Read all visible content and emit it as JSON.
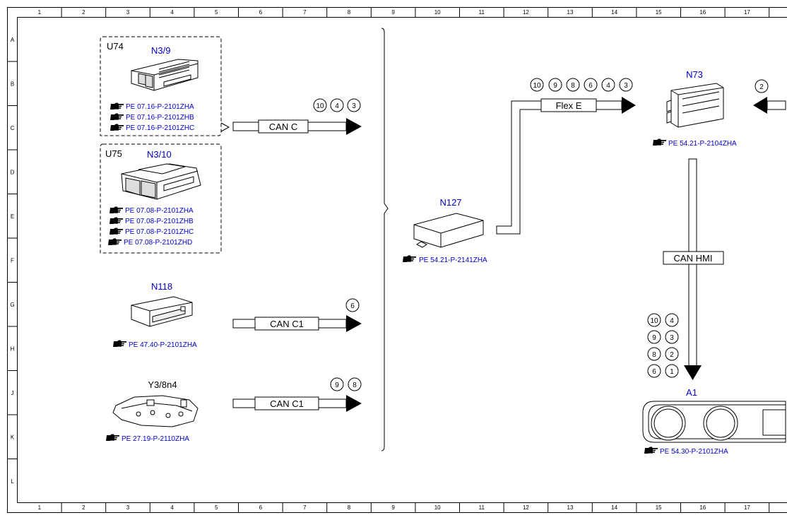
{
  "ruler": {
    "columns": [
      "1",
      "2",
      "3",
      "4",
      "5",
      "6",
      "7",
      "8",
      "9",
      "10",
      "11",
      "12",
      "13",
      "14",
      "15",
      "16",
      "17"
    ],
    "rows": [
      "A",
      "B",
      "C",
      "D",
      "E",
      "F",
      "G",
      "H",
      "J",
      "K",
      "L"
    ]
  },
  "components": {
    "u74": {
      "group_label": "U74",
      "name": "N3/9",
      "refs": [
        "PE 07.16-P-2101ZHA",
        "PE 07.16-P-2101ZHB",
        "PE 07.16-P-2101ZHC"
      ]
    },
    "u75": {
      "group_label": "U75",
      "name": "N3/10",
      "refs": [
        "PE 07.08-P-2101ZHA",
        "PE 07.08-P-2101ZHB",
        "PE 07.08-P-2101ZHC",
        "PE 07.08-P-2101ZHD"
      ]
    },
    "n118": {
      "name": "N118",
      "ref": "PE 47.40-P-2101ZHA"
    },
    "y38n4": {
      "name": "Y3/8n4",
      "ref": "PE 27.19-P-2110ZHA"
    },
    "n127": {
      "name": "N127",
      "ref": "PE 54.21-P-2141ZHA"
    },
    "n73": {
      "name": "N73",
      "ref": "PE 54.21-P-2104ZHA"
    },
    "a1": {
      "name": "A1",
      "ref": "PE 54.30-P-2101ZHA"
    }
  },
  "buses": {
    "can_c": {
      "label": "CAN C",
      "nodes": [
        "10",
        "4",
        "3"
      ]
    },
    "can_c1_n118": {
      "label": "CAN C1",
      "nodes": [
        "6"
      ]
    },
    "can_c1_y38": {
      "label": "CAN C1",
      "nodes": [
        "9",
        "8"
      ]
    },
    "flex_e": {
      "label": "Flex E",
      "nodes": [
        "10",
        "9",
        "8",
        "6",
        "4",
        "3"
      ]
    },
    "can_hmi": {
      "label": "CAN HMI",
      "nodes": [
        "10",
        "4",
        "9",
        "3",
        "8",
        "2",
        "6",
        "1"
      ]
    },
    "right_edge": {
      "nodes": [
        "2"
      ]
    }
  },
  "colors": {
    "label_blue": "#0000cc",
    "line": "#000000"
  },
  "icons": {
    "reference": "pointing-hand-icon"
  }
}
